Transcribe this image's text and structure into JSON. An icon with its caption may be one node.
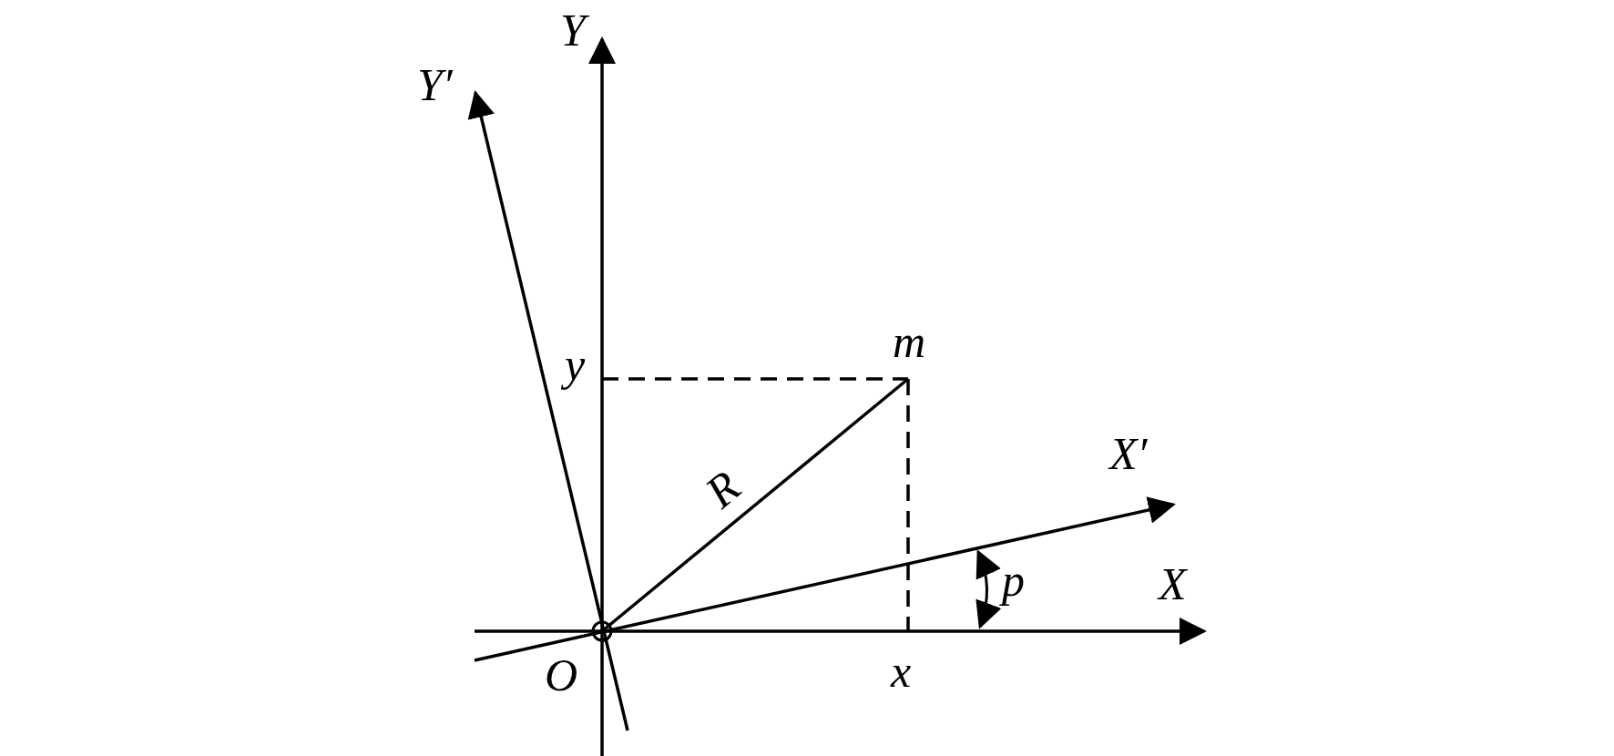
{
  "diagram": {
    "labels": [
      "Y",
      "Y′",
      "m",
      "y",
      "R",
      "X′",
      "p",
      "X",
      "O",
      "x"
    ]
  }
}
